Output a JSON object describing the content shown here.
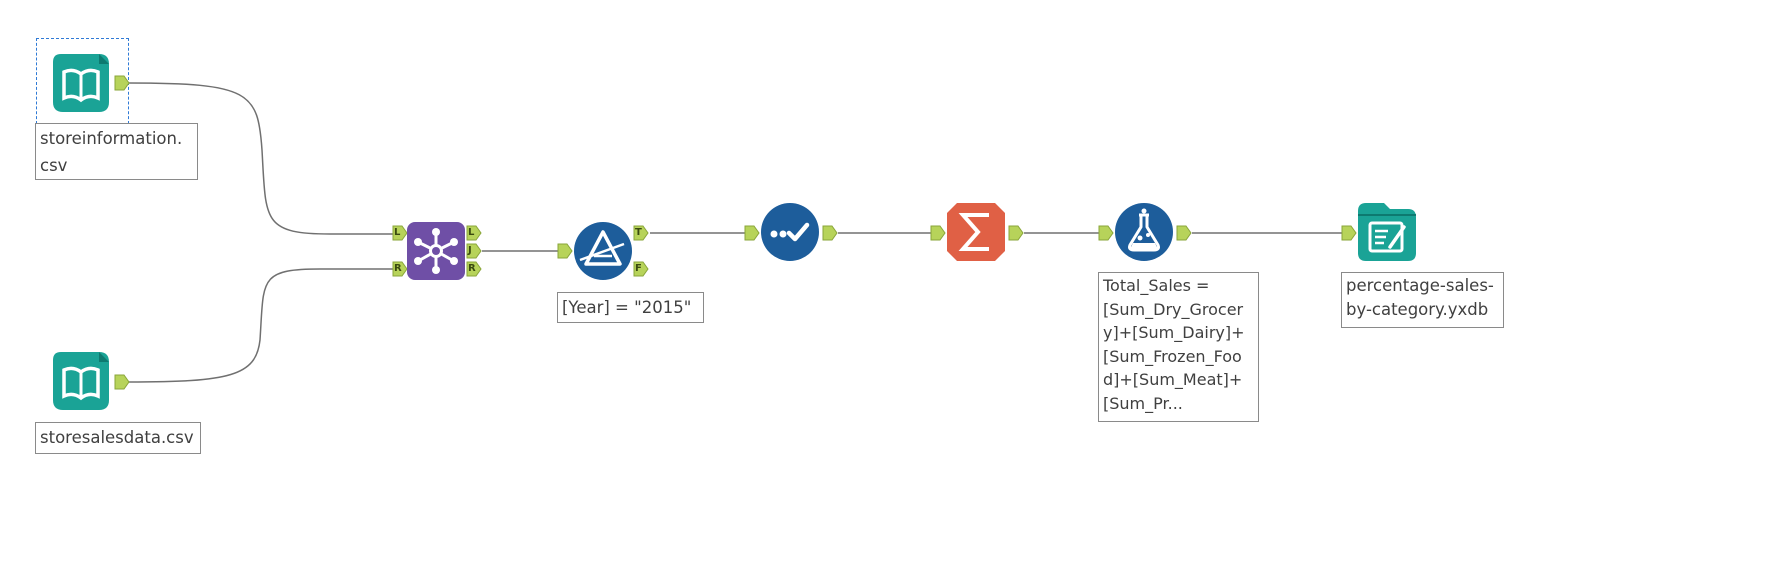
{
  "workflow": {
    "input_store_information": {
      "annotation": "storeinformation.\ncsv"
    },
    "input_store_sales": {
      "annotation": "storesalesdata.csv"
    },
    "join_tool": {
      "anchors": {
        "left": "L",
        "right": "R",
        "out_left": "L",
        "out_join": "J",
        "out_right": "R"
      }
    },
    "filter_tool": {
      "annotation": "[Year] = \"2015\"",
      "anchors": {
        "true": "T",
        "false": "F"
      }
    },
    "select_tool": {},
    "summarize_tool": {},
    "formula_tool": {
      "annotation": "Total_Sales =\n[Sum_Dry_Grocer\ny]+[Sum_Dairy]+\n[Sum_Frozen_Foo\nd]+[Sum_Meat]+\n[Sum_Pr..."
    },
    "output_tool": {
      "annotation": "percentage-sales-\nby-category.yxdb"
    }
  },
  "colors": {
    "input": "#1aa396",
    "join": "#6f4fa6",
    "filter": "#1d5d9b",
    "select": "#1d5d9b",
    "summarize": "#e06045",
    "formula": "#1d5d9b",
    "output": "#1aa396",
    "anchor": "#b7d35a",
    "connector": "#707070"
  }
}
